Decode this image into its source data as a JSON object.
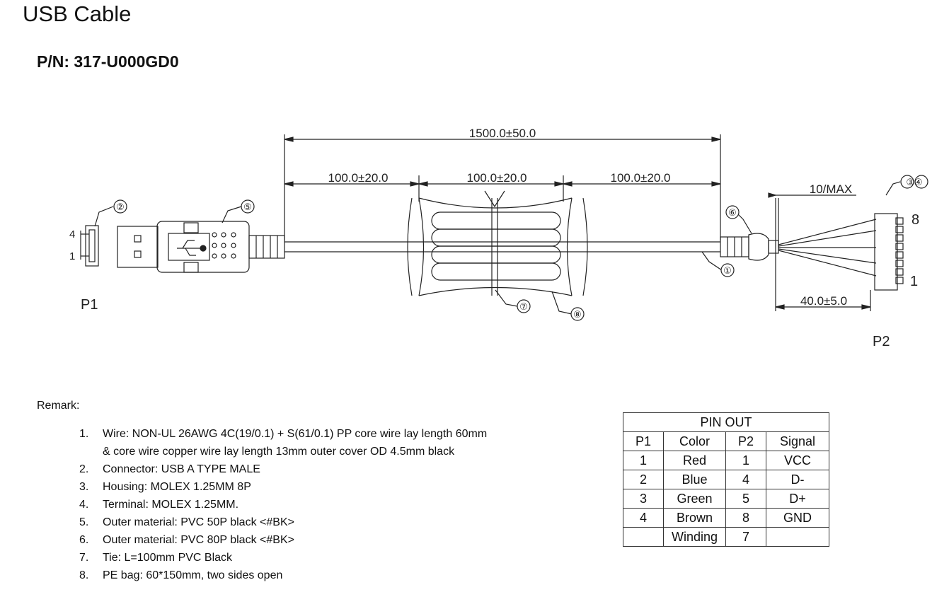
{
  "title": "USB Cable",
  "part_number": "P/N: 317-U000GD0",
  "dimensions": {
    "overall": "1500.0±50.0",
    "seg1": "100.0±20.0",
    "seg2": "100.0±20.0",
    "seg3": "100.0±20.0",
    "strip": "10/MAX",
    "breakout": "40.0±5.0"
  },
  "connectors": {
    "p1": "P1",
    "p2": "P2",
    "p1_pin_top": "4",
    "p1_pin_bottom": "1",
    "p2_pin_top": "8",
    "p2_pin_bottom": "1"
  },
  "callouts": [
    "①",
    "②",
    "③④",
    "⑤",
    "⑥",
    "⑦",
    "⑧"
  ],
  "remark_title": "Remark:",
  "remarks": [
    {
      "num": "1.",
      "text": "Wire: NON-UL 26AWG 4C(19/0.1) + S(61/0.1) PP core wire lay length 60mm",
      "cont": "& core wire copper wire lay length 13mm outer cover OD 4.5mm black"
    },
    {
      "num": "2.",
      "text": "Connector: USB A TYPE MALE"
    },
    {
      "num": "3.",
      "text": "Housing: MOLEX 1.25MM 8P"
    },
    {
      "num": "4.",
      "text": "Terminal: MOLEX 1.25MM."
    },
    {
      "num": "5.",
      "text": "Outer material: PVC 50P black <#BK>"
    },
    {
      "num": "6.",
      "text": "Outer material: PVC 80P black <#BK>"
    },
    {
      "num": "7.",
      "text": "Tie: L=100mm PVC Black"
    },
    {
      "num": "8.",
      "text": "PE bag: 60*150mm, two sides open"
    }
  ],
  "pinout": {
    "title": "PIN OUT",
    "headers": [
      "P1",
      "Color",
      "P2",
      "Signal"
    ],
    "rows": [
      [
        "1",
        "Red",
        "1",
        "VCC"
      ],
      [
        "2",
        "Blue",
        "4",
        "D-"
      ],
      [
        "3",
        "Green",
        "5",
        "D+"
      ],
      [
        "4",
        "Brown",
        "8",
        "GND"
      ],
      [
        "",
        "Winding",
        "7",
        ""
      ]
    ]
  }
}
